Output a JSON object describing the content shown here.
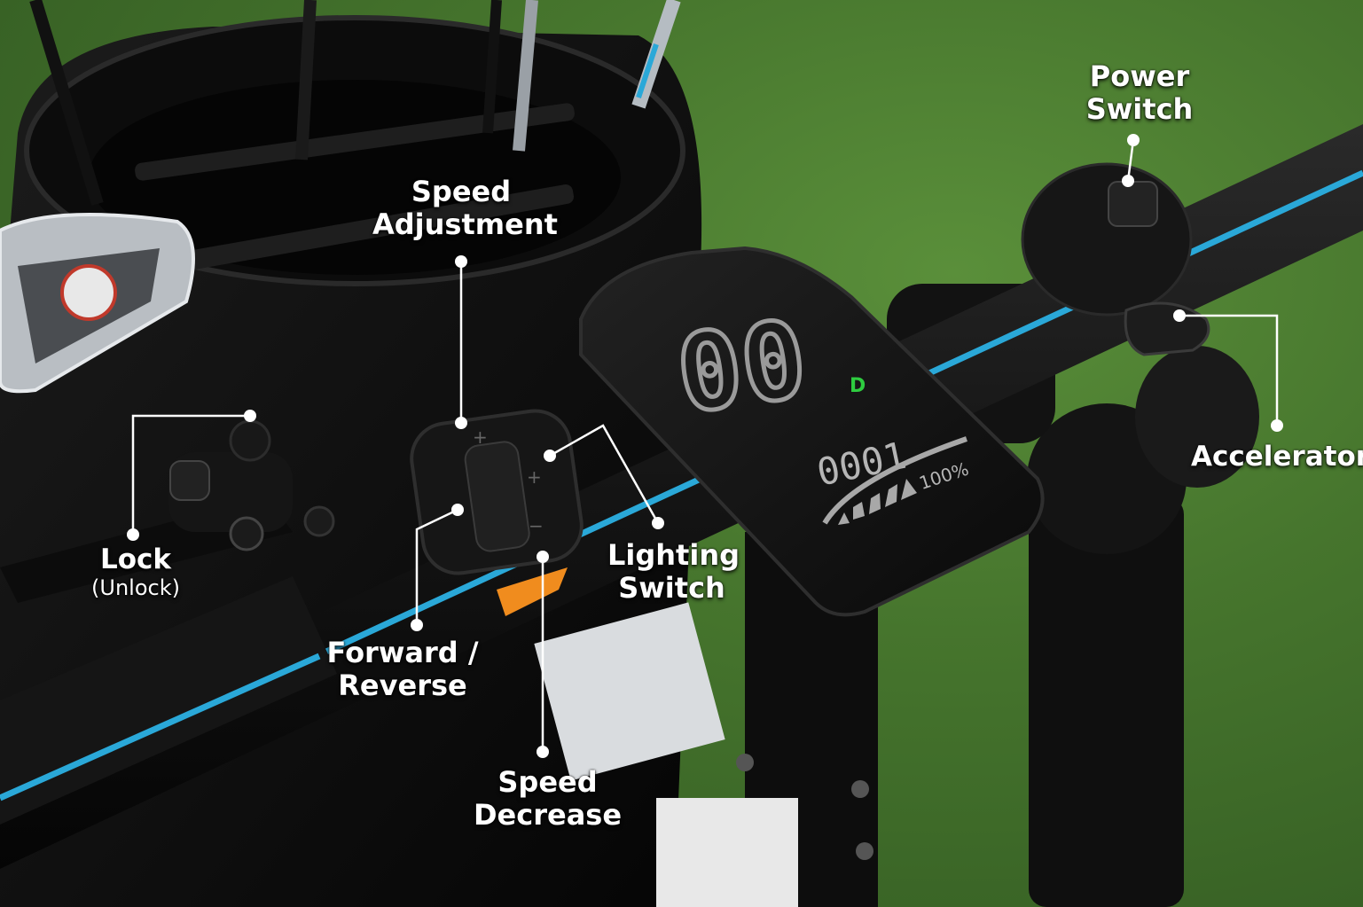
{
  "callouts": {
    "speed_adjustment": [
      "Speed",
      "Adjustment"
    ],
    "power_switch": [
      "Power",
      "Switch"
    ],
    "accelerator": "Accelerator",
    "lock": "Lock",
    "unlock": "(Unlock)",
    "lighting_switch": [
      "Lighting",
      "Switch"
    ],
    "forward_reverse": [
      "Forward /",
      "Reverse"
    ],
    "speed_decrease": [
      "Speed",
      "Decrease"
    ]
  },
  "display": {
    "speed": "00",
    "gear": "D",
    "odometer": "0001",
    "battery": "100%"
  },
  "colors": {
    "grass": "#4a7a30",
    "stripe": "#2aa8d8",
    "gear_indicator": "#2ecc40",
    "speed_decrease_button": "#f08c1e"
  }
}
